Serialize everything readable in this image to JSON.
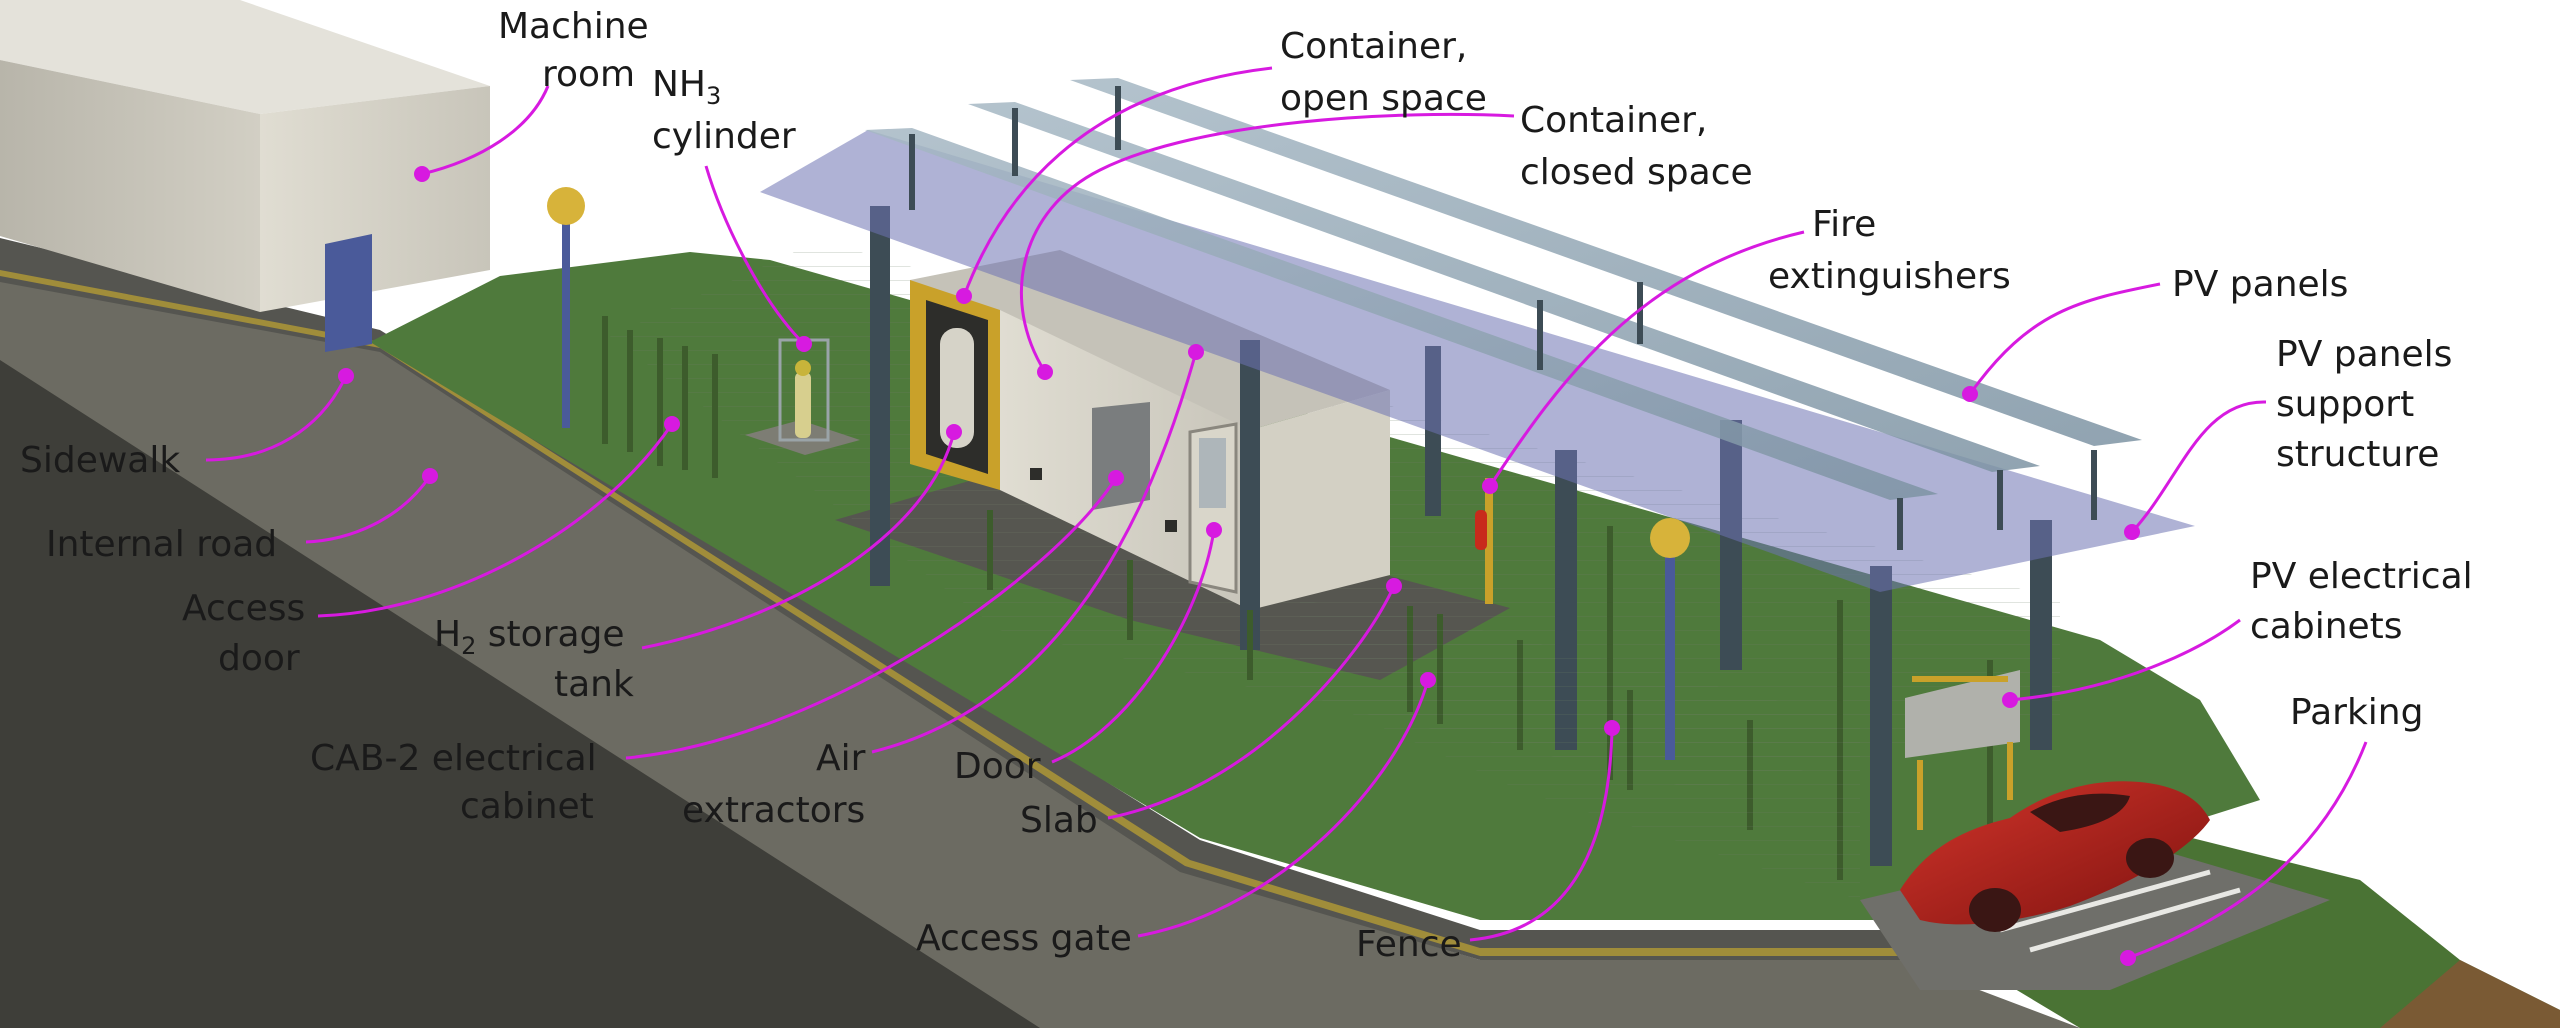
{
  "labels": {
    "machine_room": [
      "Machine",
      "room"
    ],
    "nh3_cylinder": {
      "nh": "NH",
      "sub": "3",
      "line2": "cylinder"
    },
    "container_open": [
      "Container,",
      "open space"
    ],
    "container_closed": [
      "Container,",
      "closed space"
    ],
    "fire_extinguishers": [
      "Fire",
      "extinguishers"
    ],
    "pv_panels": [
      "PV panels"
    ],
    "pv_support": [
      "PV panels",
      "support",
      "structure"
    ],
    "pv_cabinets": [
      "PV electrical",
      "cabinets"
    ],
    "parking": [
      "Parking"
    ],
    "sidewalk": [
      "Sidewalk"
    ],
    "internal_road": [
      "Internal road"
    ],
    "access_door": [
      "Access",
      "door"
    ],
    "h2_storage": {
      "h": "H",
      "sub": "2",
      "rest": " storage",
      "line2": "tank"
    },
    "cab2_cabinet": [
      "CAB-2 electrical",
      "cabinet"
    ],
    "air_extractors": [
      "Air",
      "extractors"
    ],
    "door": [
      "Door"
    ],
    "slab": [
      "Slab"
    ],
    "access_gate": [
      "Access gate"
    ],
    "fence": [
      "Fence"
    ]
  },
  "colors": {
    "callout": "#d71ae0",
    "grass": "#4f7a3c",
    "road": "#5e5e58",
    "pv_panel": "#9aa8b8",
    "canopy": "#7c7fb8",
    "container": "#d9d6cf",
    "container_frame": "#c9a12a",
    "car": "#b8201a"
  }
}
